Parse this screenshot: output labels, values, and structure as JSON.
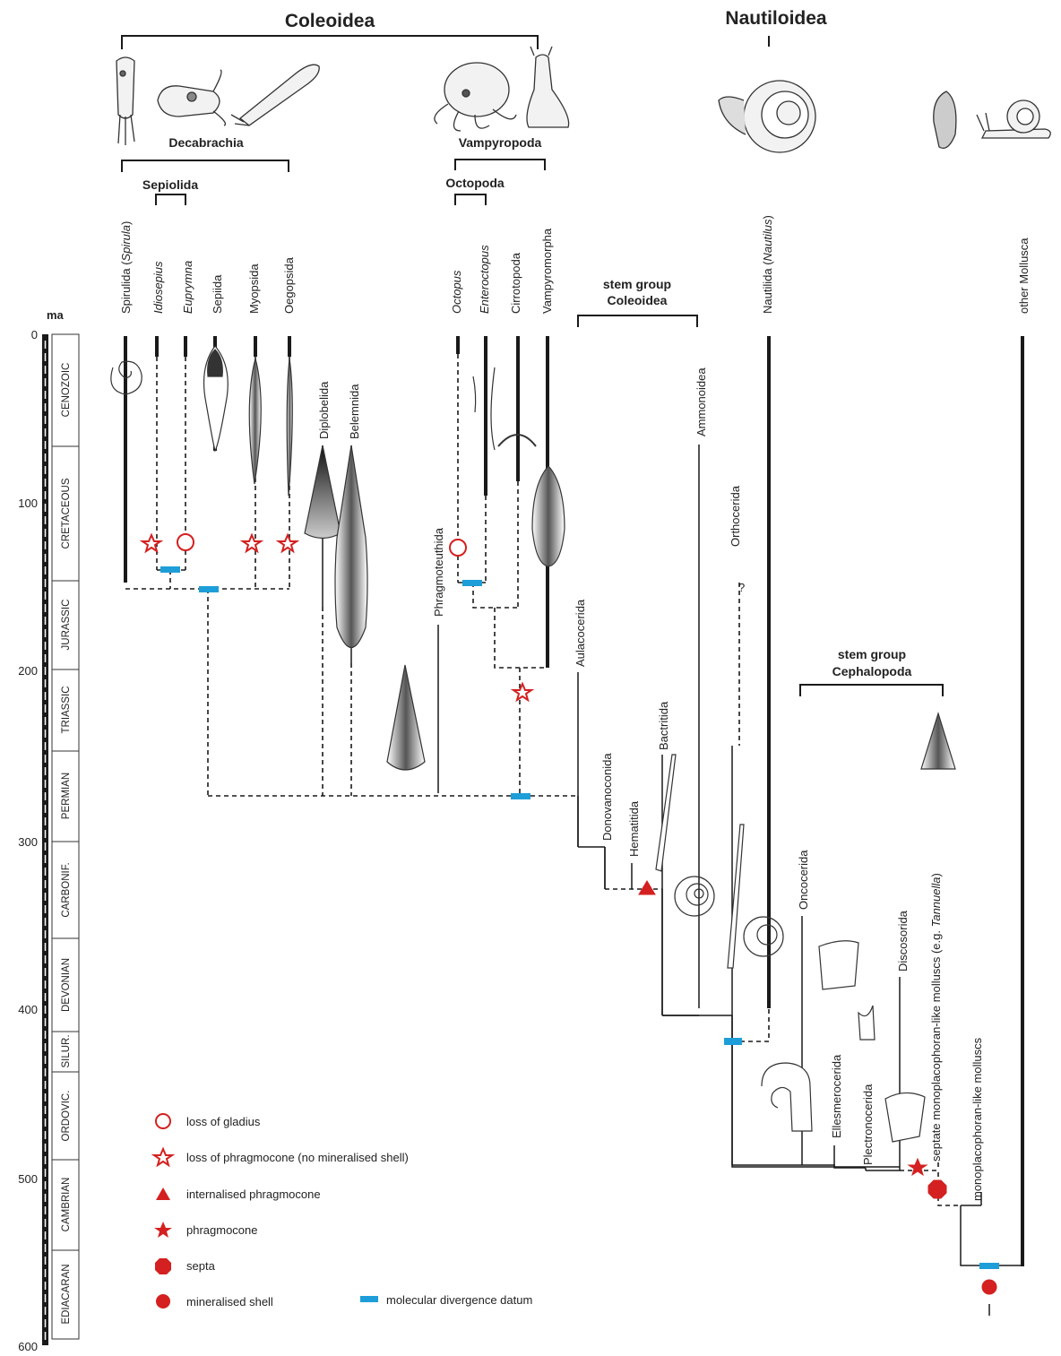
{
  "titles": {
    "coleoidea": "Coleoidea",
    "nautiloidea": "Nautiloidea",
    "decabrachia": "Decabrachia",
    "vampyropoda": "Vampyropoda",
    "sepiolida": "Sepiolida",
    "octopoda": "Octopoda",
    "stem_coleoidea_1": "stem group",
    "stem_coleoidea_2": "Coleoidea",
    "stem_cephalopoda_1": "stem group",
    "stem_cephalopoda_2": "Cephalopoda"
  },
  "axis": {
    "unit": "ma",
    "ticks": [
      "0",
      "100",
      "200",
      "300",
      "400",
      "500",
      "600"
    ],
    "periods": [
      "CENOZOIC",
      "CRETACEOUS",
      "JURASSIC",
      "TRIASSIC",
      "PERMIAN",
      "CARBONIF.",
      "DEVONIAN",
      "SILUR.",
      "ORDOVIC.",
      "CAMBRIAN",
      "EDIACARAN"
    ]
  },
  "top_taxa": {
    "spirulida_a": "Spirulida (",
    "spirulida_b": "Spirula",
    "spirulida_c": ")",
    "idiosepius": "Idiosepius",
    "euprymna": "Euprymna",
    "sepiida": "Sepiida",
    "myopsida": "Myopsida",
    "oegopsida": "Oegopsida",
    "octopus": "Octopus",
    "enteroctopus": "Enteroctopus",
    "cirrotopoda": "Cirrotopoda",
    "vampyromorpha": "Vampyromorpha",
    "nautilida_a": "Nautilida (",
    "nautilida_b": "Nautilus",
    "nautilida_c": ")",
    "other_mollusca": "other Mollusca"
  },
  "inner_taxa": {
    "diplobelida": "Diplobelida",
    "belemnida": "Belemnida",
    "phragmoteuthida": "Phragmoteuthida",
    "ammonoidea": "Ammonoidea",
    "orthocerida": "Orthocerida",
    "question": "?",
    "aulacocerida": "Aulacocerida",
    "donovanoconida": "Donovanoconida",
    "bactritida": "Bactritida",
    "hematitida": "Hematitida",
    "oncocerida": "Oncocerida",
    "ellesmerocerida": "Ellesmerocerida",
    "plectronocerida": "Plectronocerida",
    "discosorida": "Discosorida",
    "septate_a": "septate monoplacophoran-like molluscs (e.g. ",
    "septate_b": "Tannuella",
    "septate_c": ")",
    "monoplac": "monoplacophoran-like molluscs"
  },
  "legend": [
    {
      "icon": "open-circle-icon",
      "label": "loss of gladius"
    },
    {
      "icon": "open-star-icon",
      "label": "loss of phragmocone (no mineralised shell)"
    },
    {
      "icon": "triangle-icon",
      "label": "internalised phragmocone"
    },
    {
      "icon": "star-icon",
      "label": "phragmocone"
    },
    {
      "icon": "octagon-icon",
      "label": "septa"
    },
    {
      "icon": "filled-circle-icon",
      "label": "mineralised shell"
    },
    {
      "icon": "blue-bar-icon",
      "label": "molecular divergence datum"
    }
  ],
  "colors": {
    "marker_red": "#d42020",
    "datum_blue": "#1e9ed8",
    "line": "#1a1a1a"
  }
}
